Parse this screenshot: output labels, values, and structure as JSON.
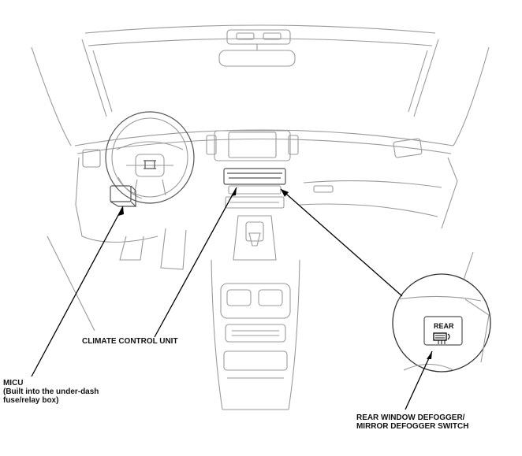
{
  "labels": {
    "climate": "CLIMATE CONTROL UNIT",
    "micu_line1": "MICU",
    "micu_line2": "(Built into the under-dash",
    "micu_line3": "fuse/relay box)",
    "defogger_line1": "REAR WINDOW DEFOGGER/",
    "defogger_line2": "MIRROR DEFOGGER SWITCH",
    "switch_text": "REAR"
  },
  "icons": {
    "switch_symbol": "rear-defogger-icon"
  }
}
